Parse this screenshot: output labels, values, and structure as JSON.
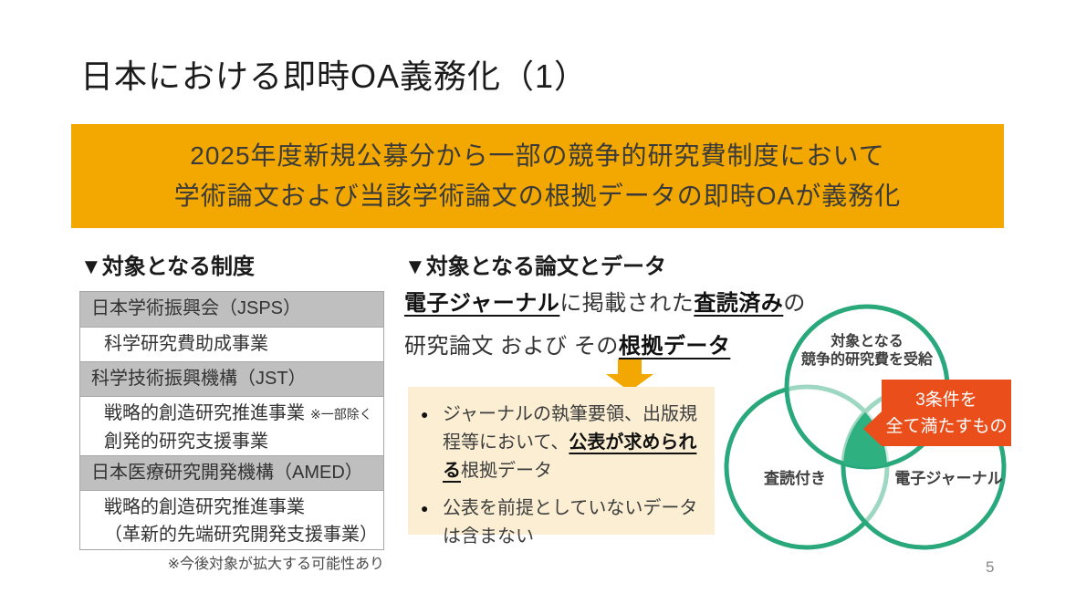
{
  "slide": {
    "title": "日本における即時OA義務化（1）",
    "page_number": "5"
  },
  "banner": {
    "line1": "2025年度新規公募分から一部の競争的研究費制度において",
    "line2": "学術論文および当該学術論文の根拠データの即時OAが義務化",
    "bg_color": "#F2A800",
    "text_color": "#3a3a3a"
  },
  "programs": {
    "heading": "▼対象となる制度",
    "rows": [
      {
        "kind": "org",
        "text": "日本学術振興会（JSPS）"
      },
      {
        "kind": "program",
        "text": "科学研究費助成事業"
      },
      {
        "kind": "org",
        "text": "科学技術振興機構（JST）"
      },
      {
        "kind": "program",
        "text": "戦略的創造研究推進事業",
        "note": "※一部除く",
        "text2": "創発的研究支援事業"
      },
      {
        "kind": "org",
        "text": "日本医療研究開発機構（AMED）"
      },
      {
        "kind": "program",
        "text": "戦略的創造研究推進事業",
        "text2": "（革新的先端研究開発支援事業）"
      }
    ],
    "row_gray": "#BFBFBF",
    "footnote": "※今後対象が拡大する可能性あり"
  },
  "scope": {
    "heading": "▼対象となる論文とデータ",
    "line1_seg1": "電子ジャーナル",
    "line1_seg2": "に掲載された",
    "line1_seg3": "査読済み",
    "line1_seg4": "の",
    "line2_seg1": "研究論文 および その",
    "line2_seg2": "根拠データ"
  },
  "data_box": {
    "bg_color": "#FBEED3",
    "bullet_glyph": "●",
    "item1_pre": "ジャーナルの執筆要領、出版規程等において、",
    "item1_em": "公表が求められる",
    "item1_post": "根拠データ",
    "item2": "公表を前提としていないデータは含まない"
  },
  "arrow": {
    "color": "#F2A800"
  },
  "venn": {
    "circle_stroke": "#29A87B",
    "intersection_fill": "#2FB080",
    "top_label_line1": "対象となる",
    "top_label_line2": "競争的研究費を受給",
    "left_label": "査読付き",
    "right_label": "電子ジャーナル",
    "callout_bg": "#E94E1B",
    "callout_line1": "3条件を",
    "callout_line2": "全て満たすもの"
  }
}
